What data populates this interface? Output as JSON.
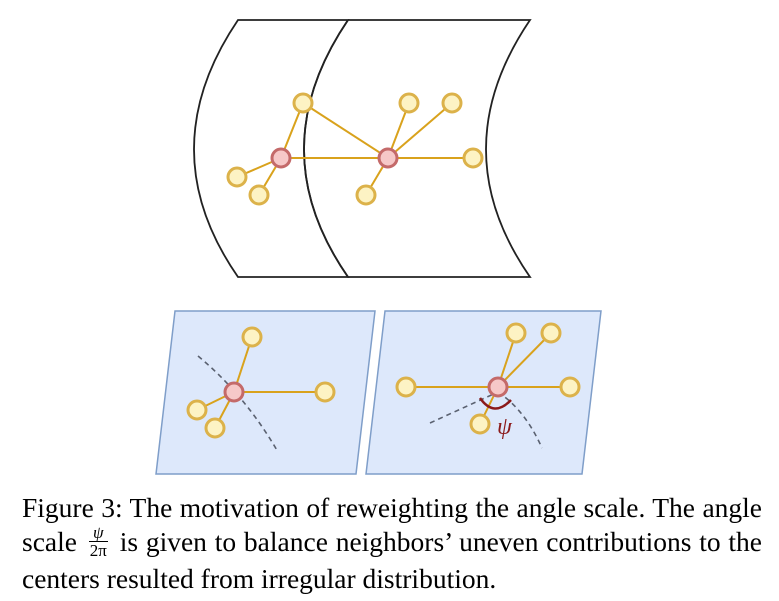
{
  "figure": {
    "angle_symbol": "ψ"
  },
  "caption": {
    "lead": "Figure 3: The motivation of reweighting the angle scale. The angle scale",
    "frac_num": "ψ",
    "frac_den": "2π",
    "tail": "is given to balance neighbors’ uneven contributions to the centers resulted from irregular distribution."
  },
  "colors": {
    "surface_stroke": "#222222",
    "plane_fill": "#dde8fb",
    "plane_stroke": "#7f9ec9",
    "edge": "#d9a21c",
    "neighbor_fill": "#fdf3c4",
    "neighbor_stroke": "#dcb24a",
    "center_fill": "#f6c8c8",
    "center_stroke": "#c46a6a",
    "dashed": "#5a6170",
    "angle_arc": "#8b1a1a"
  }
}
